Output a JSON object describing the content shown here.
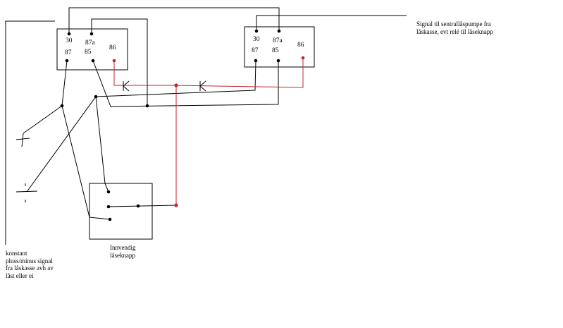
{
  "colors": {
    "wire": "#000000",
    "signal": "#c0272d",
    "background": "#ffffff"
  },
  "relay1": {
    "pin30": "30",
    "pin87a": "87a",
    "pin87": "87",
    "pin85": "85",
    "pin86": "86"
  },
  "relay2": {
    "pin30": "30",
    "pin87a": "87a",
    "pin87": "87",
    "pin85": "85",
    "pin86": "86"
  },
  "annotations": {
    "signal_line1": "Signal til sentrallåspumpe fra",
    "signal_line2": "låskasse, evt relé til låseknapp",
    "constant_line1": "konstant",
    "constant_line2": "pluss/minus signal",
    "constant_line3": "fra låskasse avh av",
    "constant_line4": "låst eller ei",
    "switch_line1": "Innvendig",
    "switch_line2": "låseknapp"
  }
}
